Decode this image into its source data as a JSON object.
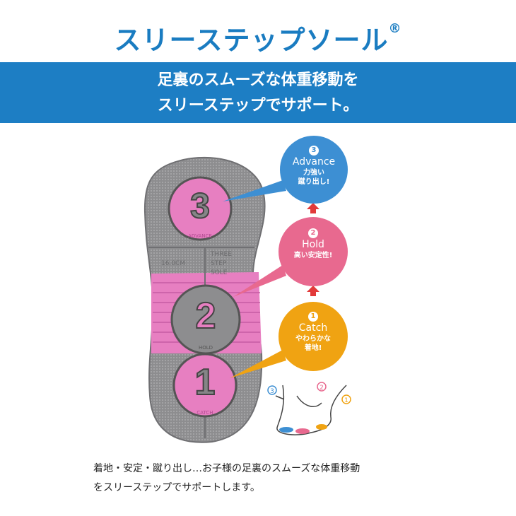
{
  "title": {
    "text": "スリーステップソール",
    "mark": "®"
  },
  "band": {
    "line1": "足裏のスムーズな体重移動を",
    "line2": "スリーステップでサポート。"
  },
  "sole": {
    "labels": [
      "ADVANCE",
      "HOLD",
      "CATCH"
    ],
    "numbers": [
      "3",
      "2",
      "1"
    ],
    "size": "16.0CM",
    "brand_lines": [
      "THREE",
      "STEP",
      "SOLE"
    ]
  },
  "steps": [
    {
      "num": "3",
      "name": "Advance",
      "desc1": "力強い",
      "desc2": "蹴り出し!",
      "color": "#3d8fd3"
    },
    {
      "num": "2",
      "name": "Hold",
      "desc1": "高い安定性!",
      "desc2": "",
      "color": "#e8698f"
    },
    {
      "num": "1",
      "name": "Catch",
      "desc1": "やわらかな",
      "desc2": "着地!",
      "color": "#f0a312"
    }
  ],
  "foot_markers": [
    "3",
    "2",
    "1"
  ],
  "description": {
    "line1": "着地・安定・蹴り出し…お子様の足裏のスムーズな体重移動",
    "line2": "をスリーステップでサポートします。"
  }
}
